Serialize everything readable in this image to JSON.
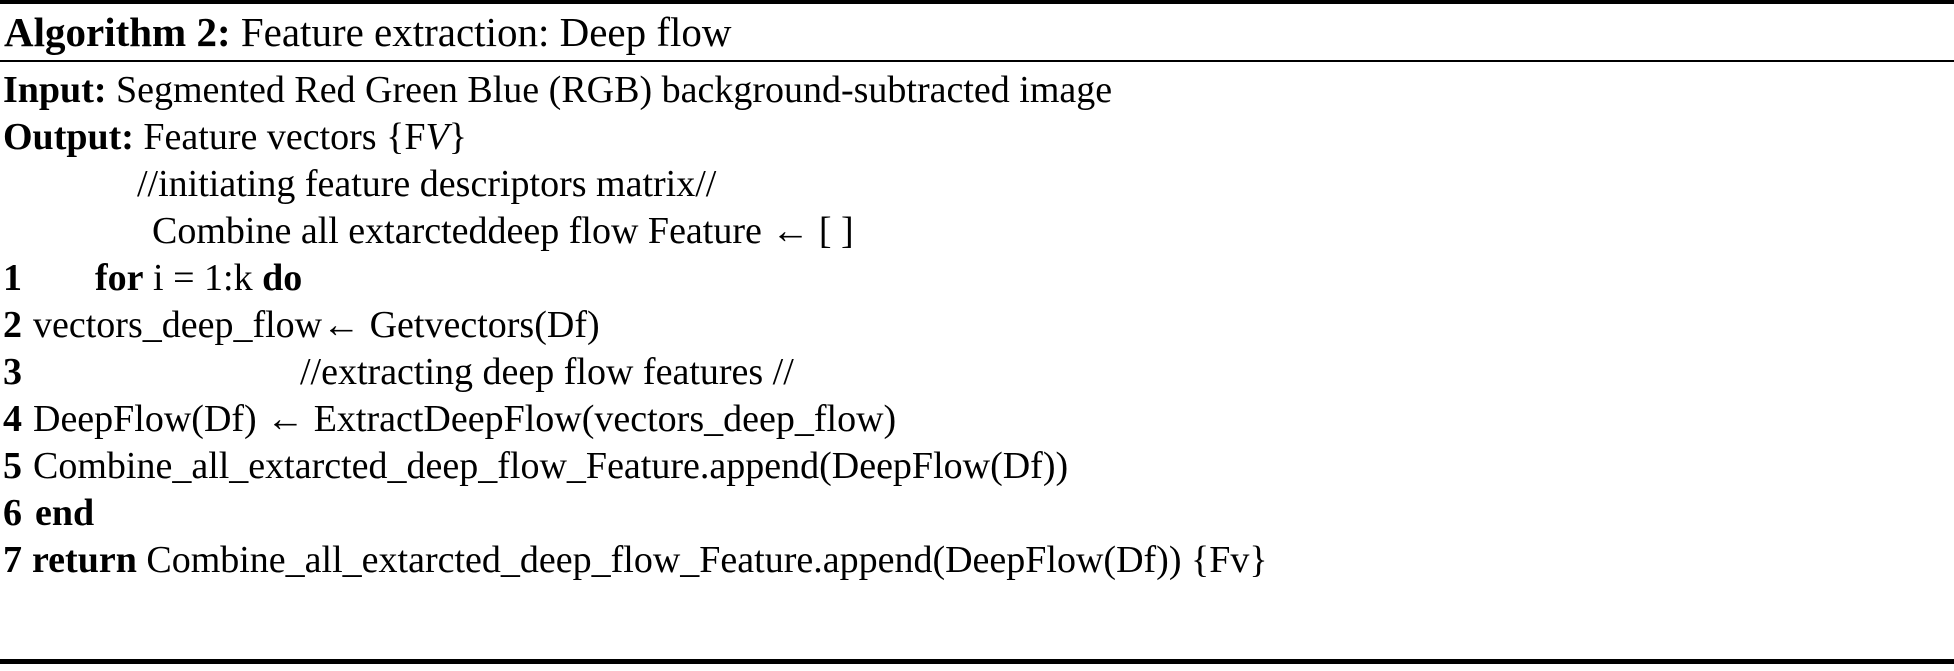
{
  "algorithm": {
    "header": {
      "label": "Algorithm 2:",
      "title": " Feature extraction: Deep flow"
    },
    "lines": [
      {
        "number": "",
        "indent": 3,
        "segments": [
          {
            "t": "Input:",
            "b": true
          },
          {
            "t": " Segmented Red Green Blue (RGB) background-subtracted image"
          }
        ]
      },
      {
        "number": "",
        "indent": 3,
        "segments": [
          {
            "t": "Output:",
            "b": true
          },
          {
            "t": " Feature vectors {F"
          },
          {
            "t": "V",
            "i": true
          },
          {
            "t": "}"
          }
        ]
      },
      {
        "number": "",
        "indent": 137,
        "segments": [
          {
            "t": "//initiating feature descriptors matrix//"
          }
        ]
      },
      {
        "number": "",
        "indent": 152,
        "segments": [
          {
            "t": "Combine all extarcteddeep flow Feature ← [ ]"
          }
        ]
      },
      {
        "number": "1",
        "indent": 95,
        "segments": [
          {
            "t": "for",
            "b": true
          },
          {
            "t": " i = 1:k "
          },
          {
            "t": "do",
            "b": true
          }
        ]
      },
      {
        "number": "2",
        "indent": 33,
        "segments": [
          {
            "t": "vectors_deep_flow← Getvectors(Df)"
          }
        ]
      },
      {
        "number": "3",
        "indent": 300,
        "segments": [
          {
            "t": "//extracting deep flow features //"
          }
        ]
      },
      {
        "number": "4",
        "indent": 33,
        "segments": [
          {
            "t": "DeepFlow(Df) ← ExtractDeepFlow(vectors_deep_flow)"
          }
        ]
      },
      {
        "number": "5",
        "indent": 33,
        "segments": [
          {
            "t": "Combine_all_extarcted_deep_flow_Feature.append(DeepFlow(Df))"
          }
        ]
      },
      {
        "number": "6",
        "indent": 35,
        "segments": [
          {
            "t": "end",
            "b": true
          }
        ]
      },
      {
        "number": "7",
        "indent": 32,
        "segments": [
          {
            "t": "return",
            "b": true
          },
          {
            "t": " Combine_all_extarcted_deep_flow_Feature.append(DeepFlow(Df)) {Fv}"
          }
        ]
      }
    ],
    "colors": {
      "text": "#000000",
      "background": "#ffffff",
      "rule": "#000000"
    }
  }
}
